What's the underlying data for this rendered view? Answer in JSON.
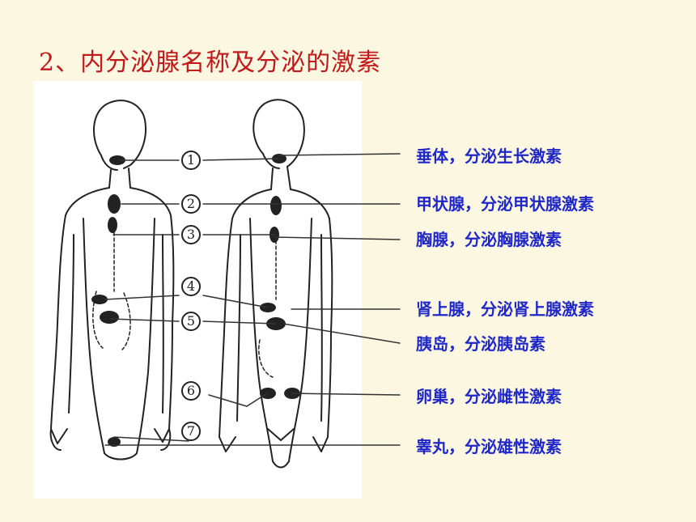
{
  "slide": {
    "title": "2、内分泌腺名称及分泌的激素",
    "colors": {
      "title": "#c21a1a",
      "labels": "#1f27c8",
      "background": "#fbf7e1"
    }
  },
  "diagram": {
    "markers": [
      "1",
      "2",
      "3",
      "4",
      "5",
      "6",
      "7"
    ],
    "labels": [
      "垂体，分泌生长激素",
      "甲状腺，分泌甲状腺激素",
      "胸腺，分泌胸腺激素",
      "肾上腺，分泌肾上腺激素",
      "胰岛，分泌胰岛素",
      "卵巢，分泌雌性激素",
      "睾丸，分泌雄性激素"
    ]
  }
}
